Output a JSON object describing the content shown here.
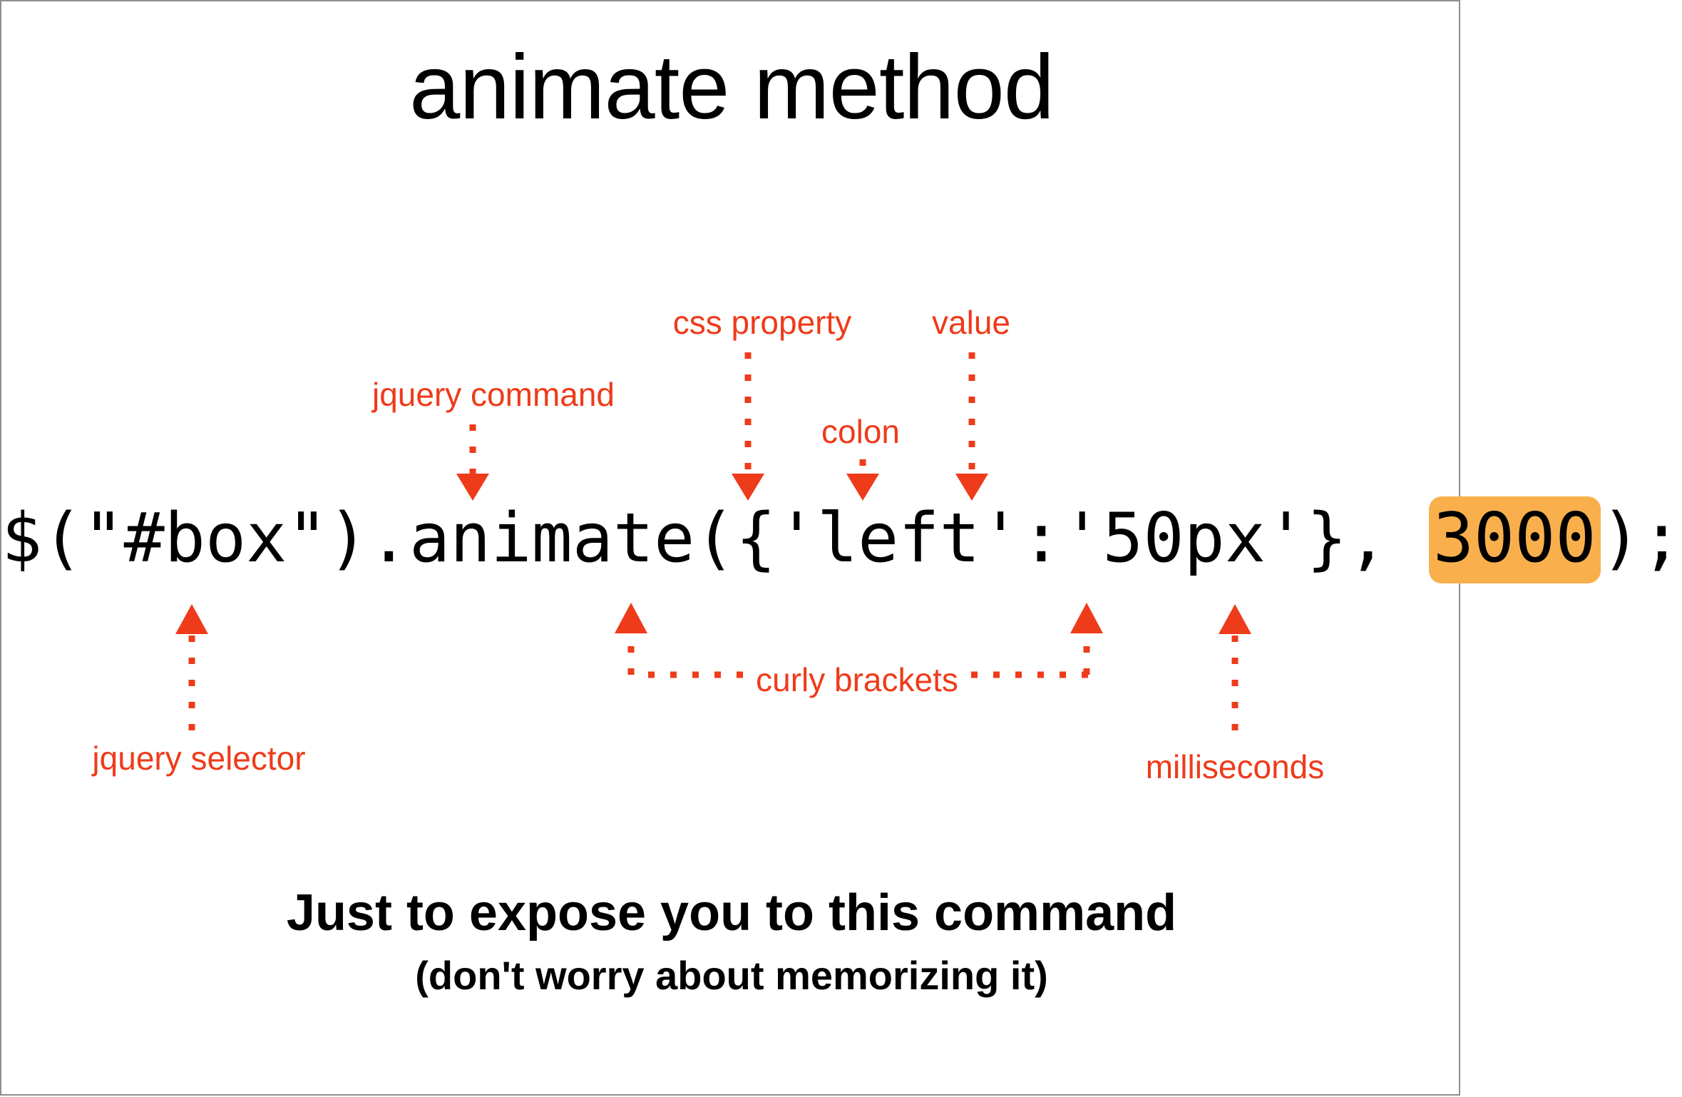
{
  "slide": {
    "title": "animate method",
    "background_color": "#ffffff",
    "border_color": "#8d8d93"
  },
  "code": {
    "prefix": "$(\"#box\").animate({'left':'50px'}, ",
    "highlight": "3000",
    "suffix": ");",
    "highlight_color": "#F9B04C",
    "text_color": "#000000"
  },
  "annotation_color": "#EE3B1A",
  "annotations": [
    {
      "id": "jquery-command",
      "label": "jquery command"
    },
    {
      "id": "css-property",
      "label": "css property"
    },
    {
      "id": "colon",
      "label": "colon"
    },
    {
      "id": "value",
      "label": "value"
    },
    {
      "id": "jquery-selector",
      "label": "jquery selector"
    },
    {
      "id": "curly-brackets",
      "label": "curly brackets"
    },
    {
      "id": "milliseconds",
      "label": "milliseconds"
    }
  ],
  "caption": {
    "main": "Just to expose you to this command",
    "sub": "(don't worry about memorizing it)"
  }
}
